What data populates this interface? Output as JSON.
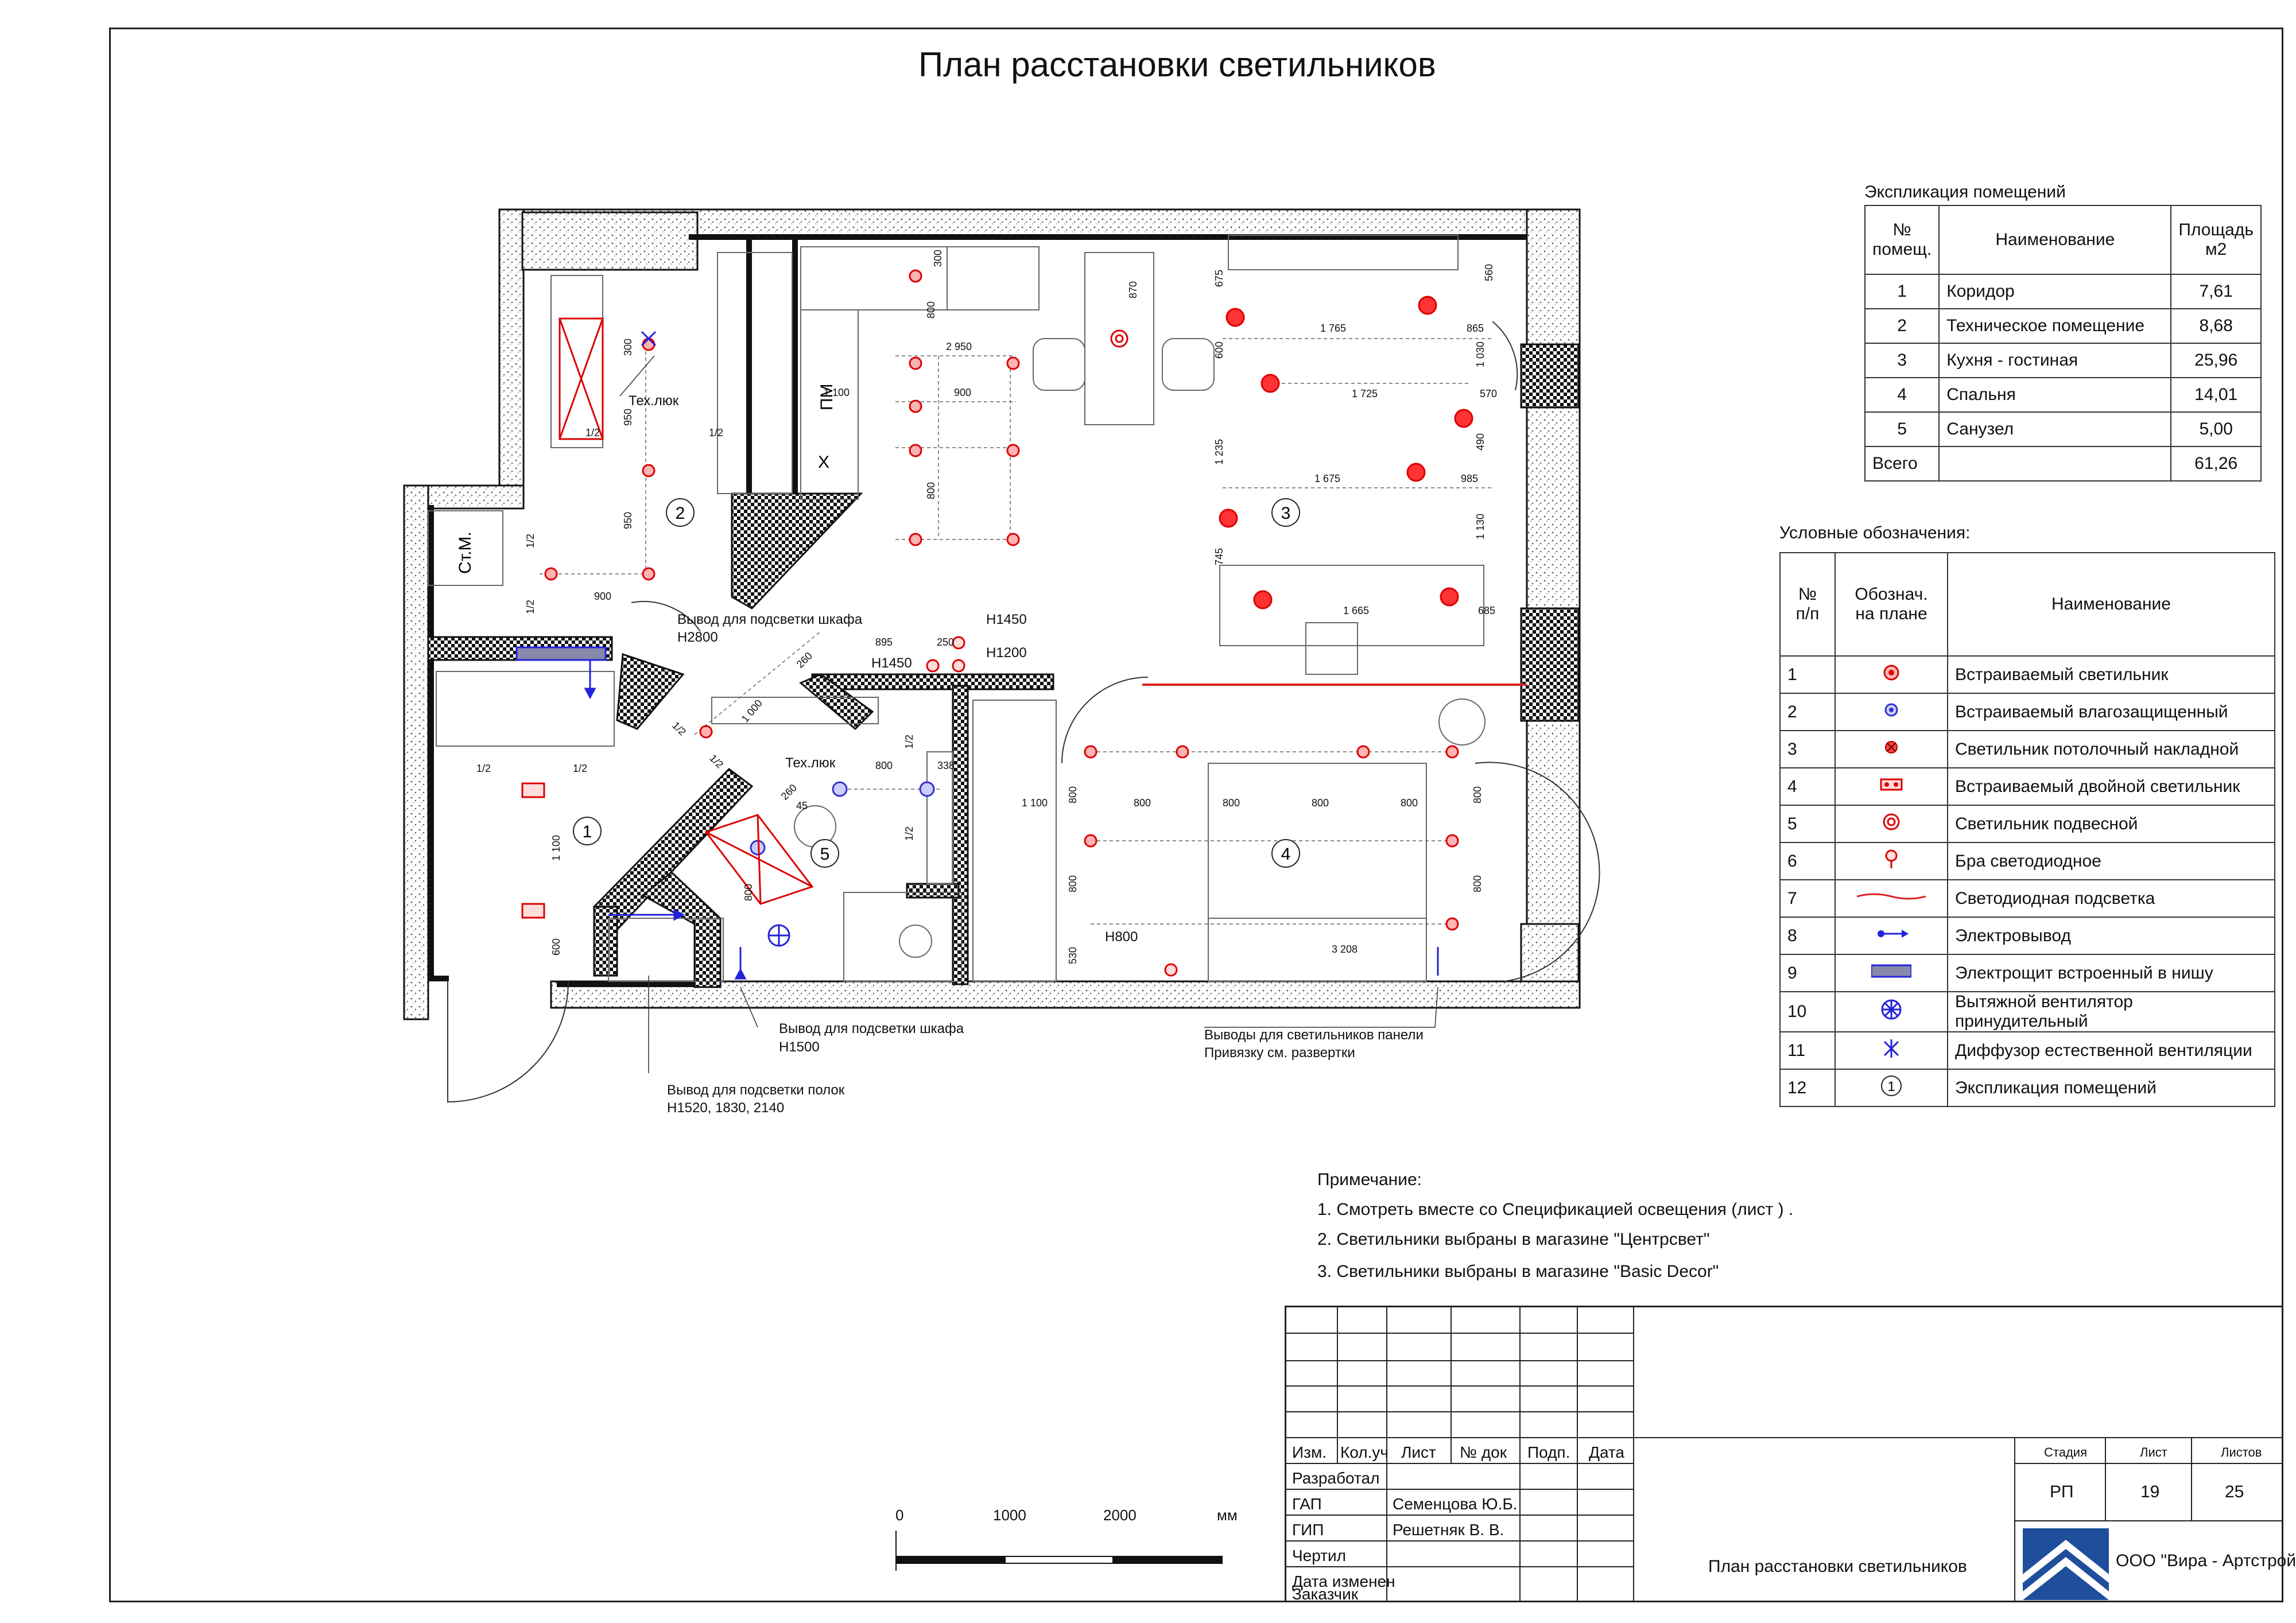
{
  "title": "План расстановки светильников",
  "explication": {
    "caption": "Экспликация помещений",
    "headers": [
      "№\nпомещ.",
      "Наименование",
      "Площадь\nм2"
    ],
    "rows": [
      {
        "num": "1",
        "name": "Коридор",
        "area": "7,61"
      },
      {
        "num": "2",
        "name": "Техническое помещение",
        "area": "8,68"
      },
      {
        "num": "3",
        "name": "Кухня - гостиная",
        "area": "25,96"
      },
      {
        "num": "4",
        "name": "Спальня",
        "area": "14,01"
      },
      {
        "num": "5",
        "name": "Санузел",
        "area": "5,00"
      }
    ],
    "total_label": "Всего",
    "total_area": "61,26"
  },
  "legend": {
    "caption": "Условные обозначения:",
    "headers": [
      "№\nп/п",
      "Обознач.\nна плане",
      "Наименование"
    ],
    "rows": [
      {
        "num": "1",
        "icon": "recessed-light-icon",
        "name": "Встраиваемый  светильник"
      },
      {
        "num": "2",
        "icon": "recessed-waterproof-light-icon",
        "name": "Встраиваемый влагозащищенный"
      },
      {
        "num": "3",
        "icon": "ceiling-mounted-light-icon",
        "name": "Светильник потолочный накладной"
      },
      {
        "num": "4",
        "icon": "double-recessed-light-icon",
        "name": "Встраиваемый двойной светильник"
      },
      {
        "num": "5",
        "icon": "pendant-light-icon",
        "name": "Светильник подвесной"
      },
      {
        "num": "6",
        "icon": "led-sconce-icon",
        "name": "Бра светодиодное"
      },
      {
        "num": "7",
        "icon": "led-strip-icon",
        "name": "Светодиодная подсветка"
      },
      {
        "num": "8",
        "icon": "power-outlet-icon",
        "name": "Электровывод"
      },
      {
        "num": "9",
        "icon": "electric-panel-icon",
        "name": "Электрощит встроенный в нишу"
      },
      {
        "num": "10",
        "icon": "exhaust-fan-icon",
        "name": "Вытяжной вентилятор принудительный"
      },
      {
        "num": "11",
        "icon": "vent-diffuser-icon",
        "name": "Диффузор естественной вентиляции"
      },
      {
        "num": "12",
        "icon": "room-number-icon",
        "name": "Экспликация помещений",
        "icon_text": "1"
      }
    ]
  },
  "notes": {
    "heading": "Примечание:",
    "items": [
      "1. Смотреть вместе со Спецификацией освещения (лист ) .",
      "2. Светильники выбраны в магазине \"Центрсвет\"",
      "3. Светильники выбраны в магазине \"Basic Decor\""
    ]
  },
  "scale_bar": {
    "labels": [
      "0",
      "1000",
      "2000"
    ],
    "unit": "мм"
  },
  "plan": {
    "rooms": [
      "1",
      "2",
      "3",
      "4",
      "5"
    ],
    "tags": {
      "st_m": "Ст.М.",
      "pm": "ПМ",
      "x": "Х"
    },
    "annotations": {
      "tech_hatch_1": "Тех.люк",
      "tech_hatch_2": "Тех.люк",
      "closet_light_1": "Вывод для подсветки шкафа",
      "closet_light_1_h": "H2800",
      "closet_light_2": "Вывод для подсветки шкафа",
      "closet_light_2_h": "H1500",
      "shelf_light": "Вывод для подсветки полок",
      "shelf_light_h": "H1520, 1830, 2140",
      "panel_outlets": "Выводы для светильников панели",
      "panel_outlets_2": "Привязку см. развертки",
      "h1450a": "H1450",
      "h1450b": "H1450",
      "h1200": "H1200",
      "h800": "H800"
    },
    "dimensions": {
      "d300a": "300",
      "d950a": "950",
      "d950b": "950",
      "d900a": "900",
      "d12a": "1/2",
      "d12b": "1/2",
      "d12c": "1/2",
      "d12d": "1/2",
      "d1100a": "1 100",
      "d600a": "600",
      "d12e": "1/2",
      "d12f": "1/2",
      "d895": "895",
      "d250": "250",
      "d260": "260",
      "d1000": "1 000",
      "d12g": "1/2",
      "d12h": "1/2",
      "d800a": "800",
      "d338": "338",
      "d12i": "1/2",
      "d12j": "1/2",
      "d800b": "800",
      "d1100b": "1 100",
      "d900b": "900",
      "d2950": "2 950",
      "d800c": "800",
      "d800d": "800",
      "d300b": "300",
      "d870": "870",
      "d675": "675",
      "d600b": "600",
      "d1765": "1 765",
      "d865": "865",
      "d560": "560",
      "d1030": "1 030",
      "d1725": "1 725",
      "d570": "570",
      "d490": "490",
      "d1235": "1 235",
      "d1675": "1 675",
      "d985": "985",
      "d1130": "1 130",
      "d745": "745",
      "d1665": "1 665",
      "d685": "685",
      "d1100c": "1 100",
      "d800e": "800",
      "d800f": "800",
      "d800g": "800",
      "d800h": "800",
      "d800i": "800",
      "d800j": "800",
      "d800k": "800",
      "d800l": "800",
      "d530": "530",
      "d3208": "3 208",
      "d260b": "260",
      "d45": "45"
    }
  },
  "title_block": {
    "header_cells": [
      "Изм.",
      "Кол.уч",
      "Лист",
      "№ док",
      "Подп.",
      "Дата"
    ],
    "rows": [
      {
        "role": "Разработал",
        "name": ""
      },
      {
        "role": "ГАП",
        "name": "Семенцова Ю.Б."
      },
      {
        "role": "ГИП",
        "name": "Решетняк В. В."
      },
      {
        "role": "Чертил",
        "name": ""
      },
      {
        "role": "Дата изменен",
        "name": ""
      },
      {
        "role": "Заказчик",
        "name": ""
      }
    ],
    "stage_label": "Стадия",
    "sheet_label": "Лист",
    "sheets_label": "Листов",
    "stage": "РП",
    "sheet": "19",
    "sheets": "25",
    "drawing_name": "План расстановки светильников",
    "company": "ООО \"Вира - Артстрой+\""
  }
}
